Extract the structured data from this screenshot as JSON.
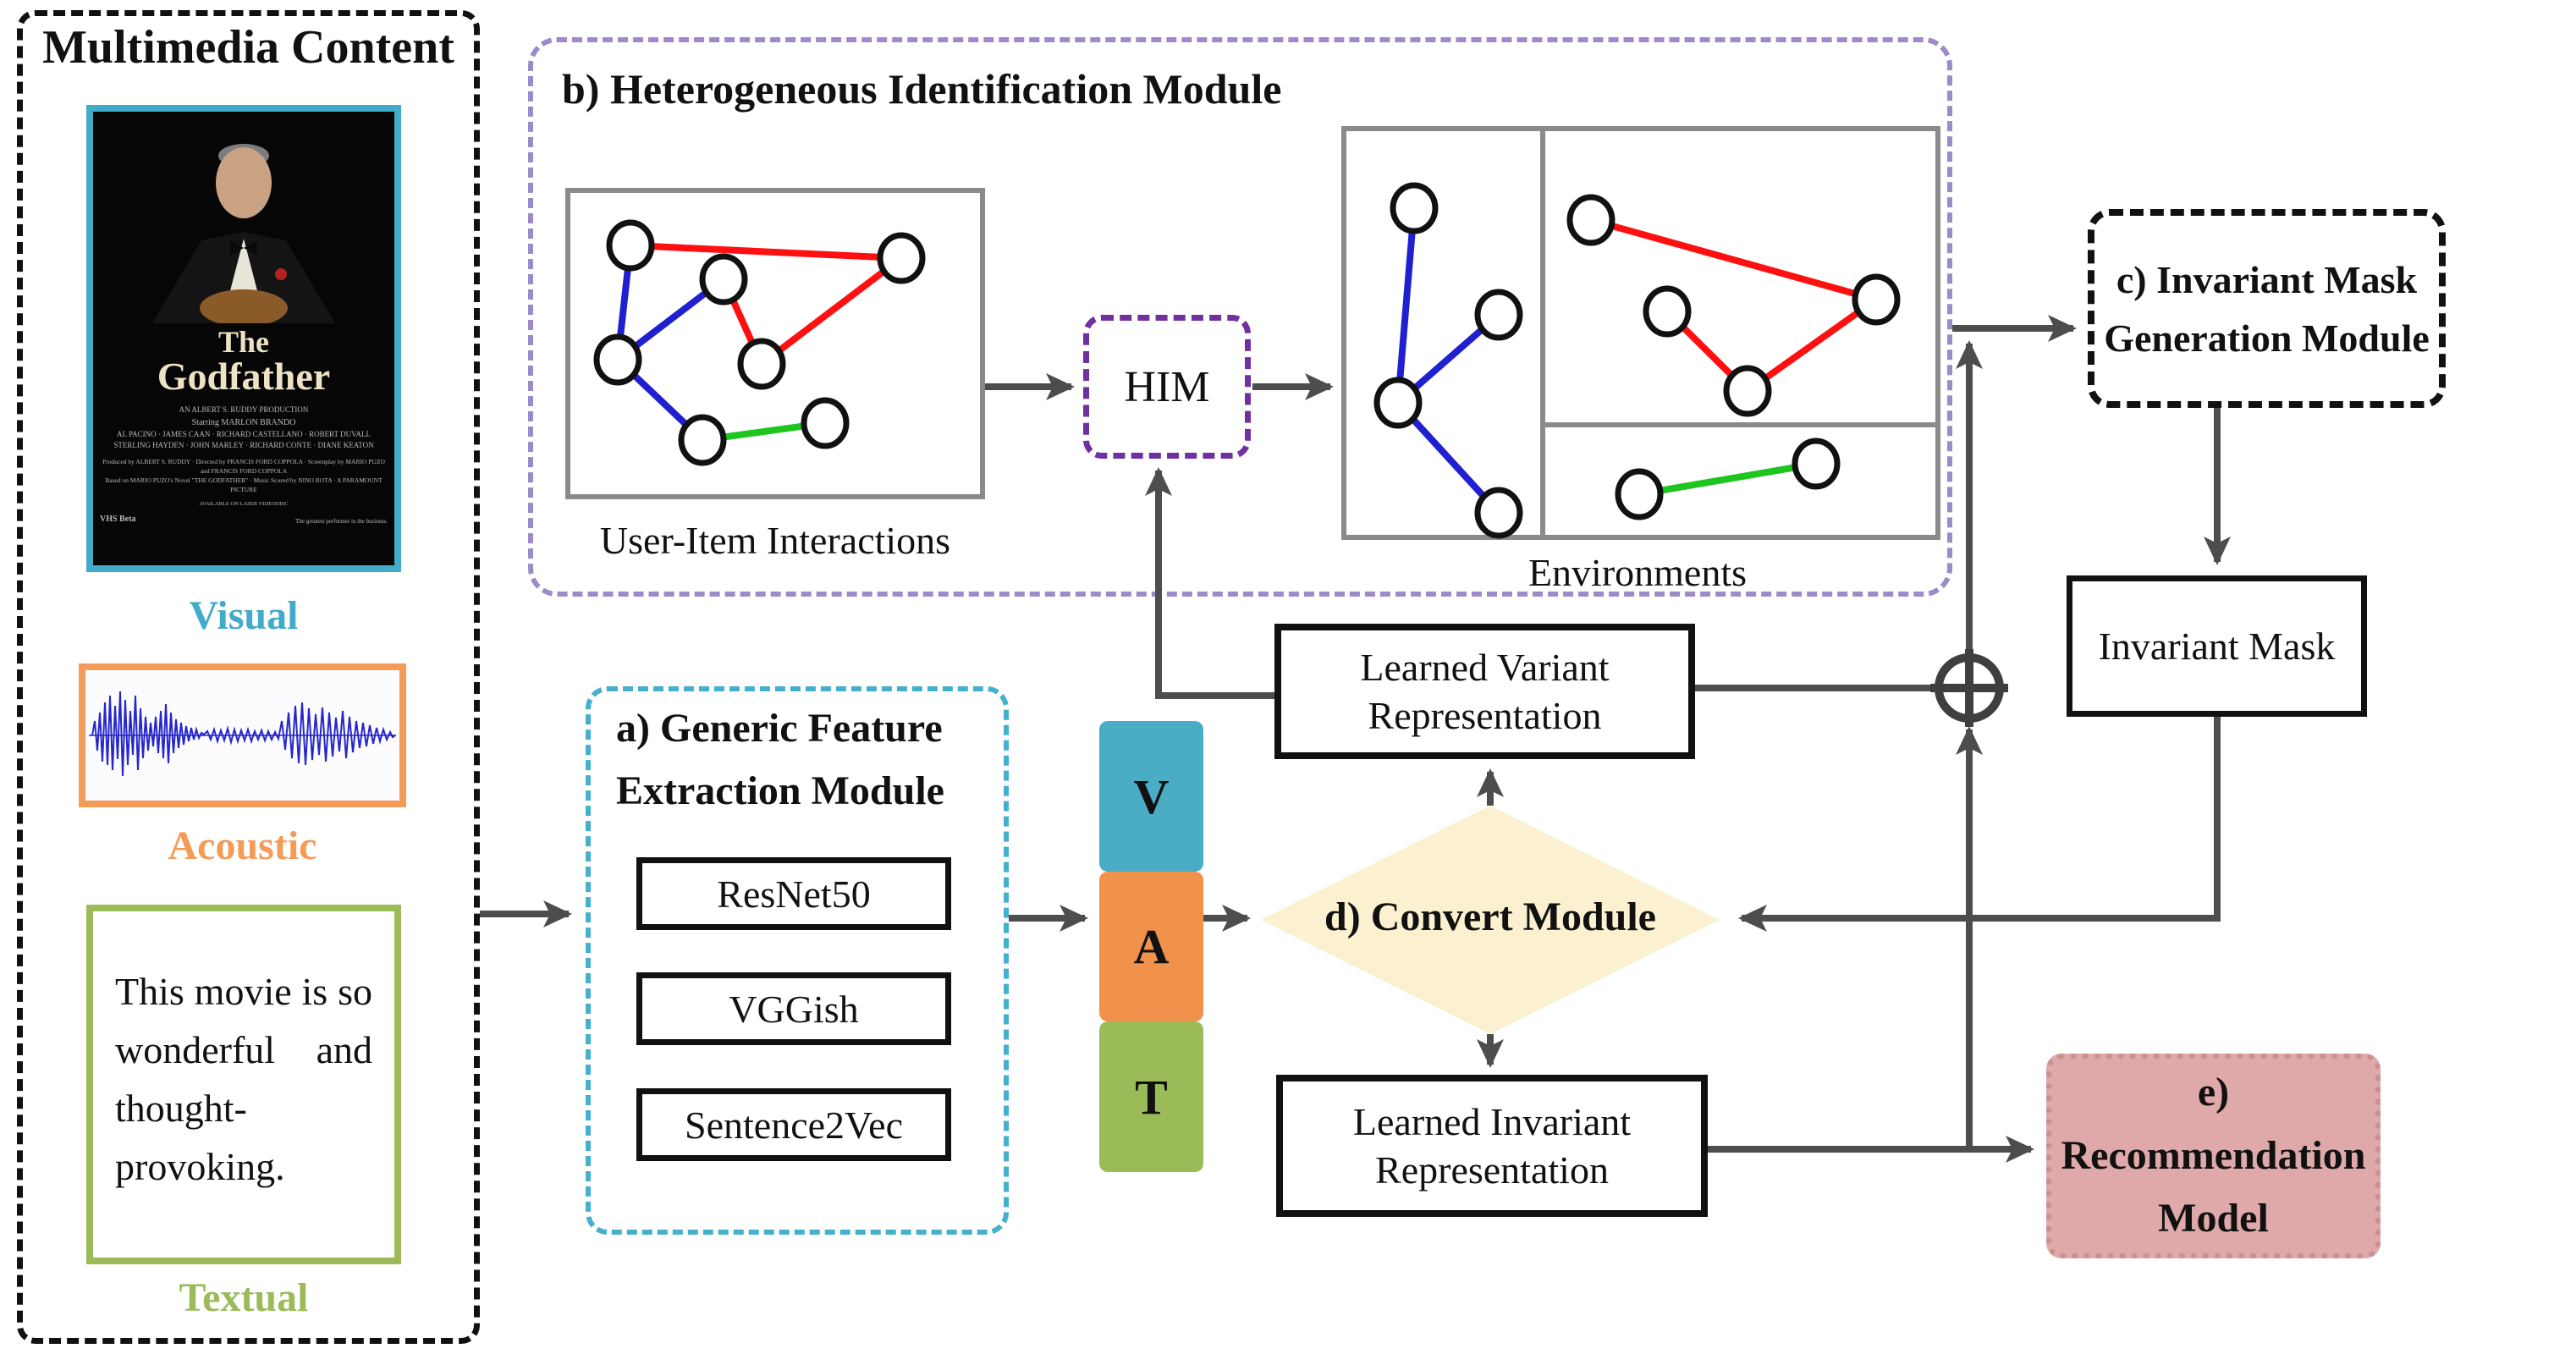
{
  "multimedia": {
    "title": "Multimedia Content",
    "visual_label": "Visual",
    "acoustic_label": "Acoustic",
    "textual_label": "Textual",
    "quote": "This movie is so wonderful and thought-provoking.",
    "poster": {
      "title_top": "The",
      "title_main": "Godfather",
      "production": "AN ALBERT S. RUDDY PRODUCTION",
      "starring": "Starring MARLON BRANDO",
      "cast_line1": "AL PACINO · JAMES CAAN · RICHARD CASTELLANO · ROBERT DUVALL",
      "cast_line2": "STERLING HAYDEN · JOHN MARLEY · RICHARD CONTE · DIANE KEATON",
      "credits_line1": "Produced by ALBERT S. RUDDY · Directed by FRANCIS FORD COPPOLA · Screenplay by MARIO PUZO and FRANCIS FORD COPPOLA",
      "credits_line2": "Based on MARIO PUZO's Novel \"THE GODFATHER\" · Music Scored by NINO ROTA · A PARAMOUNT PICTURE",
      "availability": "AVAILABLE ON LASER VIDEODISC",
      "formats": "VHS Beta",
      "tagline": "The greatest performer in the business."
    }
  },
  "module_b": {
    "title": "b) Heterogeneous Identification Module",
    "user_item_label": "User-Item Interactions",
    "him_label": "HIM",
    "environments_label": "Environments"
  },
  "module_a": {
    "title_line1": "a) Generic Feature",
    "title_line2": "Extraction Module",
    "extractors": [
      "ResNet50",
      "VGGish",
      "Sentence2Vec"
    ]
  },
  "features": {
    "visual": "V",
    "acoustic": "A",
    "textual": "T"
  },
  "module_d": {
    "title": "d) Convert Module"
  },
  "representations": {
    "variant_line1": "Learned Variant",
    "variant_line2": "Representation",
    "invariant_line1": "Learned Invariant",
    "invariant_line2": "Representation"
  },
  "module_c": {
    "title_line1": "c) Invariant Mask",
    "title_line2": "Generation Module"
  },
  "mask_label": "Invariant Mask",
  "module_e": {
    "title_line1": "e) Recommendation",
    "title_line2": "Model"
  },
  "colors": {
    "visual_teal": "#41ABC9",
    "feature_v_teal": "#4BACC6",
    "acoustic_orange": "#F59B58",
    "feature_a_orange": "#F0924C",
    "textual_green": "#9BBB59",
    "module_b_lavender": "#9C8BC8",
    "module_a_cyan": "#45B0CD",
    "him_purple": "#7030A0",
    "diamond_fill": "#FBF0CF",
    "recommendation_pink": "#DFA9A9",
    "arrow_gray": "#4D4D4D",
    "graph_box_gray": "#8A8A8A",
    "edge_red": "#FF1010",
    "edge_blue": "#2020D0",
    "edge_green": "#1FC51F",
    "waveform_blue": "#2626CC"
  },
  "graphs": {
    "user_item_interactions": {
      "node_count": 7,
      "edges": [
        {
          "from": 1,
          "to": 3,
          "color": "red"
        },
        {
          "from": 3,
          "to": 5,
          "color": "red"
        },
        {
          "from": 2,
          "to": 5,
          "color": "red"
        },
        {
          "from": 1,
          "to": 4,
          "color": "blue"
        },
        {
          "from": 2,
          "to": 4,
          "color": "blue"
        },
        {
          "from": 4,
          "to": 6,
          "color": "blue"
        },
        {
          "from": 6,
          "to": 7,
          "color": "green"
        }
      ]
    },
    "environments": [
      {
        "name": "environment-blue",
        "node_count": 4,
        "edge_count": 3,
        "edge_color": "blue"
      },
      {
        "name": "environment-red",
        "node_count": 4,
        "edge_count": 3,
        "edge_color": "red"
      },
      {
        "name": "environment-green",
        "node_count": 2,
        "edge_count": 1,
        "edge_color": "green"
      }
    ]
  }
}
